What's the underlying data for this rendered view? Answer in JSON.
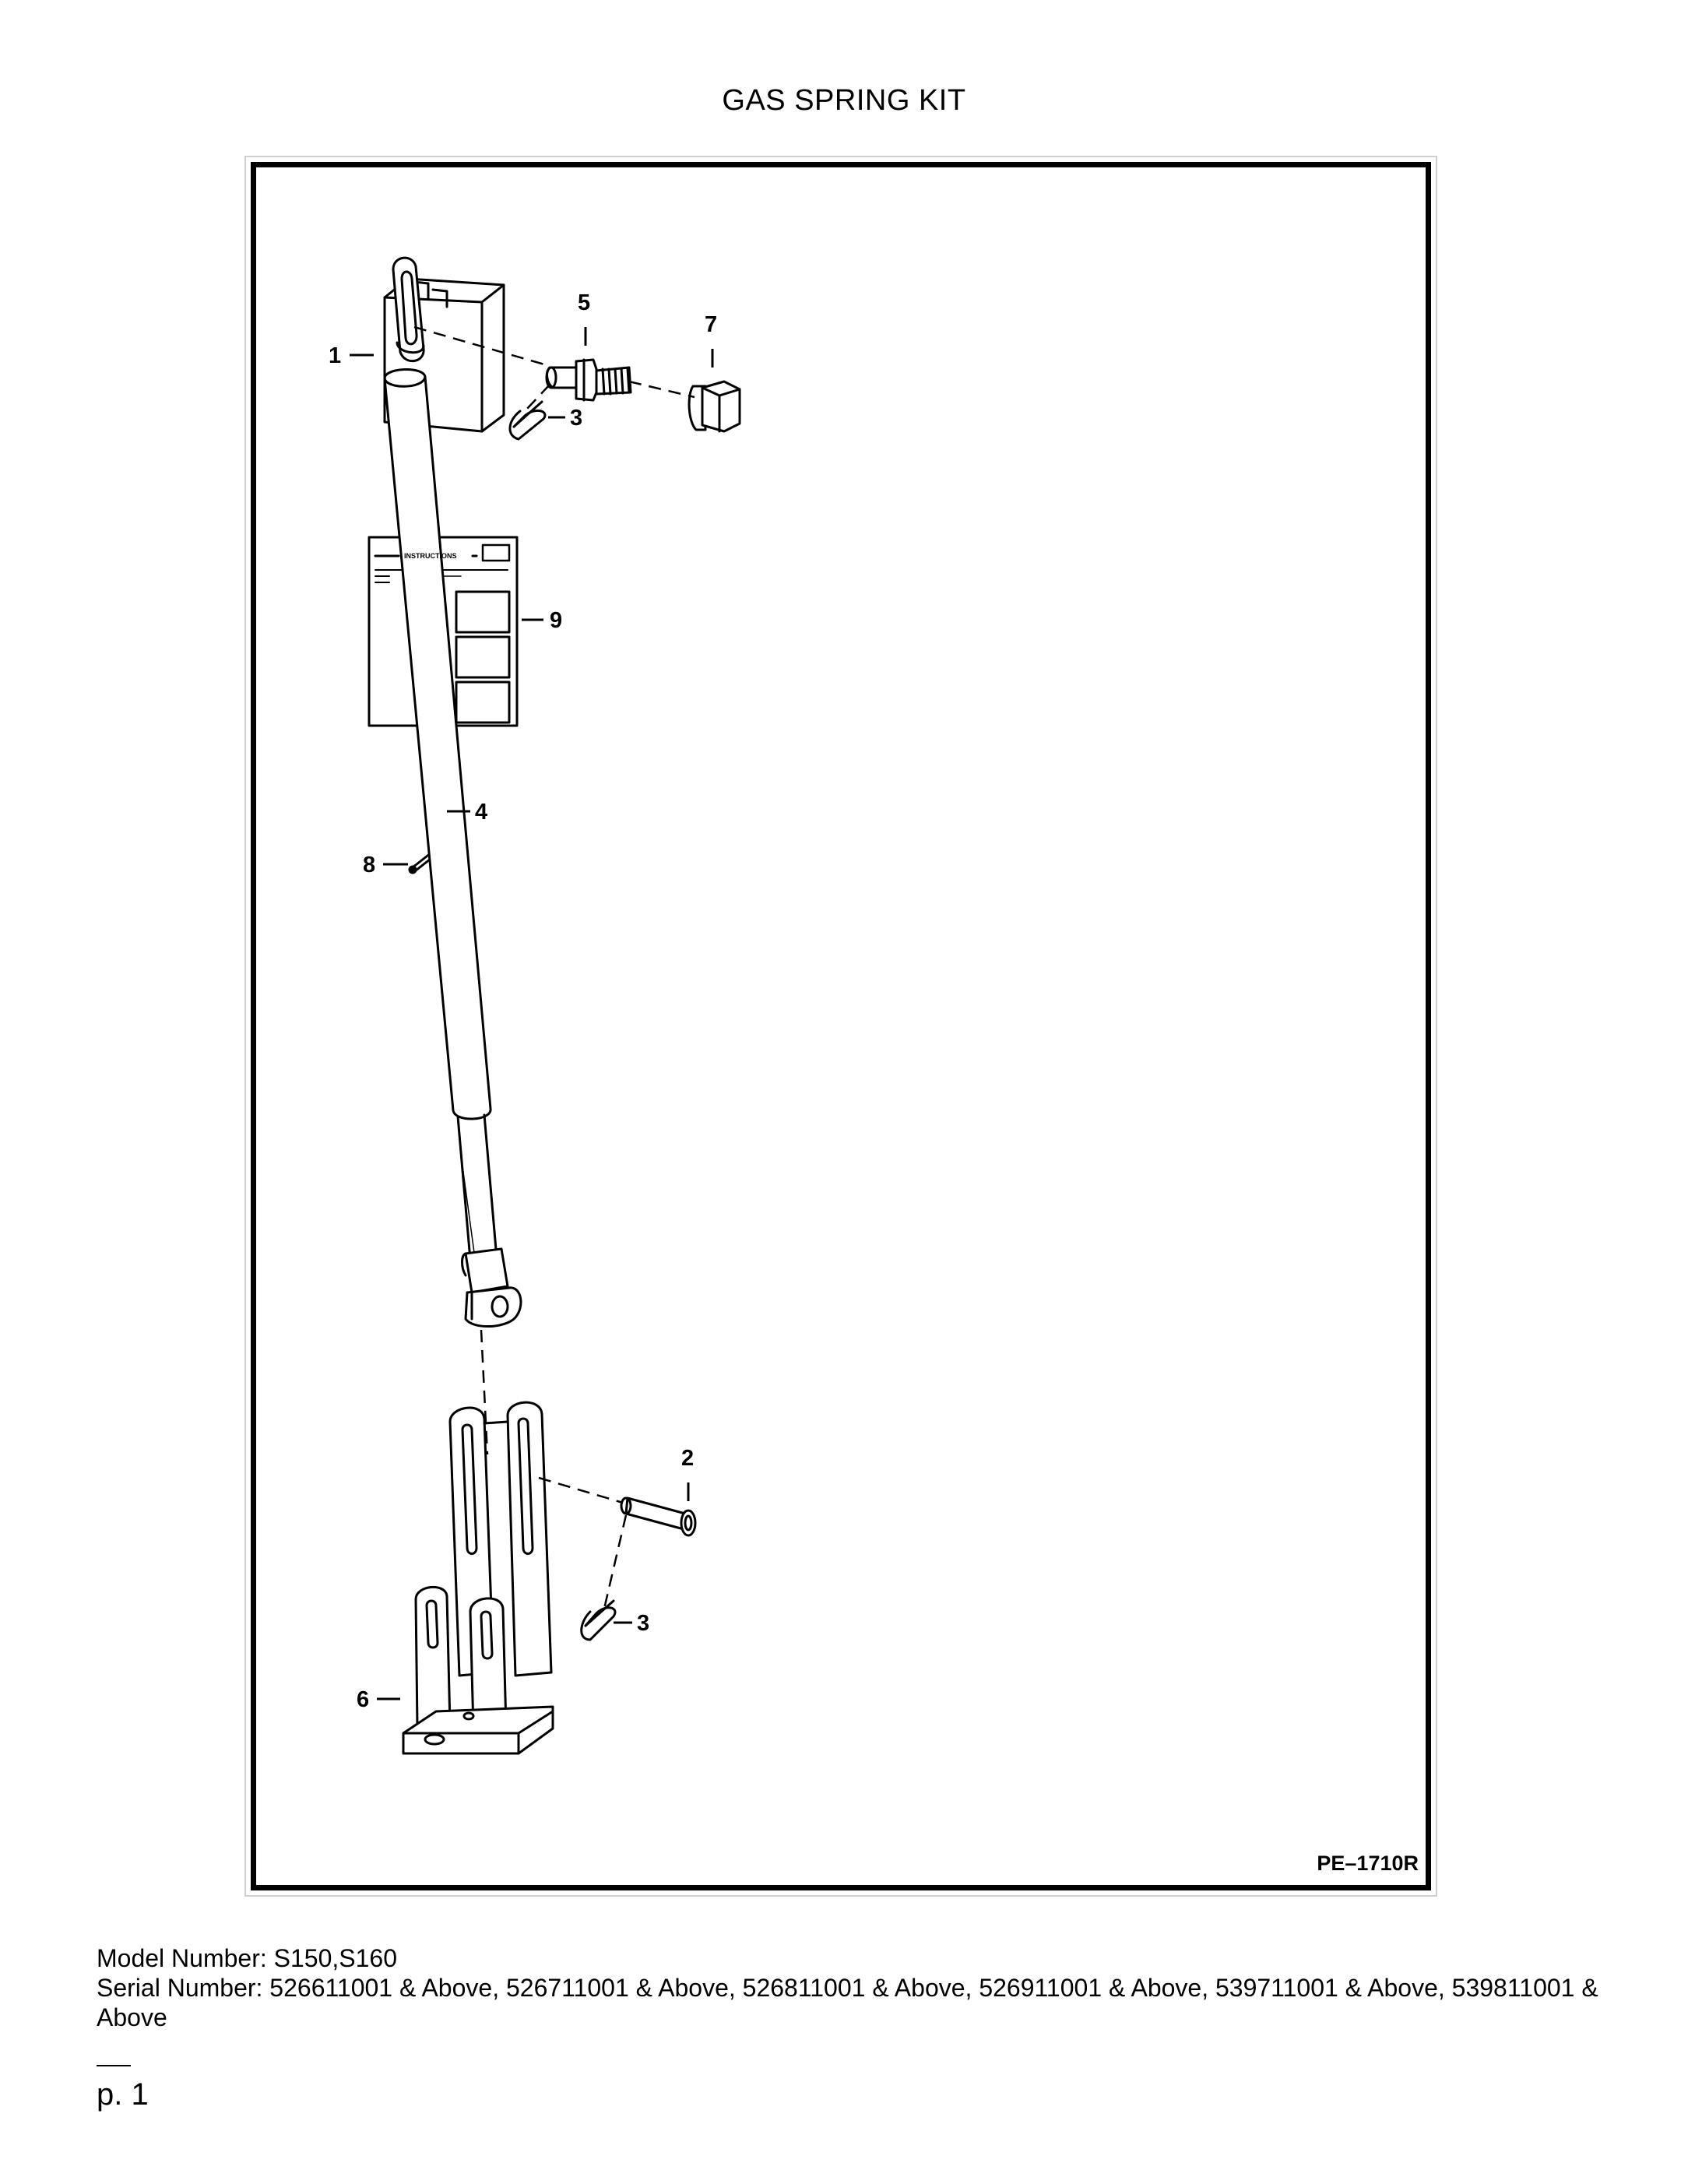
{
  "document": {
    "title": "GAS SPRING KIT",
    "ref_code": "PE–1710R",
    "model_label": "Model Number:",
    "model_value": "S150,S160",
    "serial_label": "Serial Number:",
    "serial_value": "526611001 & Above, 526711001 & Above, 526811001 & Above, 526911001 & Above, 539711001 & Above, 539811001 & Above",
    "page": "p. 1"
  },
  "diagram": {
    "instruction_sheet_heading": "INSTRUCTIONS",
    "callouts": {
      "item_1": "1",
      "item_2": "2",
      "item_3_top": "3",
      "item_3_bottom": "3",
      "item_4": "4",
      "item_5": "5",
      "item_6": "6",
      "item_7": "7",
      "item_8": "8",
      "item_9": "9"
    }
  }
}
